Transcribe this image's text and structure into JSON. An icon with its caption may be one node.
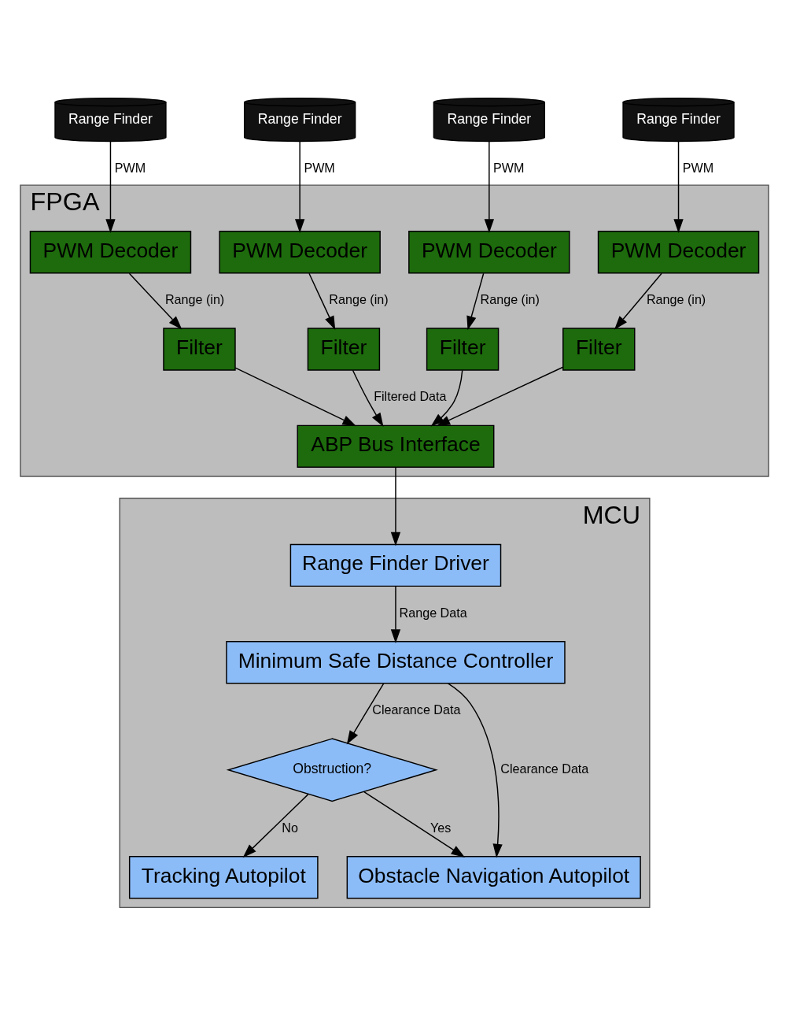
{
  "diagram": {
    "nodes": [
      {
        "text": [
          "Range Finder"
        ]
      },
      {
        "text": [
          "Range Finder"
        ]
      },
      {
        "text": [
          "Range Finder"
        ]
      },
      {
        "text": [
          "Range Finder"
        ]
      },
      {
        "text": [
          "FPGA"
        ]
      },
      {
        "text": [
          "PWM Decoder"
        ],
        "in": 4
      },
      {
        "text": [
          "PWM Decoder"
        ],
        "in": 4
      },
      {
        "text": [
          "PWM Decoder"
        ],
        "in": 4
      },
      {
        "text": [
          "PWM Decoder"
        ],
        "in": 4
      },
      {
        "text": [
          "Filter"
        ],
        "in": 4
      },
      {
        "text": [
          "Filter"
        ],
        "in": 4
      },
      {
        "text": [
          "Filter"
        ],
        "in": 4
      },
      {
        "text": [
          "Filter"
        ],
        "in": 4
      },
      {
        "text": [
          "ABP Bus Interface"
        ],
        "in": 4
      },
      {
        "text": [
          "MCU"
        ]
      },
      {
        "text": [
          "Range Finder Driver"
        ],
        "in": 14
      },
      {
        "text": [
          "Minimum Safe Distance Controller"
        ],
        "in": 14
      },
      {
        "text": [
          "Obstruction?"
        ],
        "in": 14
      },
      {
        "text": [
          "Tracking Autopilot"
        ],
        "in": 14
      },
      {
        "text": [
          "Obstacle Navigation Autopilot"
        ],
        "in": 14
      }
    ],
    "edges": [
      {
        "from": 0,
        "to": 5,
        "arrow": "to",
        "label": "PWM"
      },
      {
        "from": 1,
        "to": 6,
        "arrow": "to",
        "label": "PWM"
      },
      {
        "from": 2,
        "to": 7,
        "arrow": "to",
        "label": "PWM"
      },
      {
        "from": 3,
        "to": 8,
        "arrow": "to",
        "label": "PWM"
      },
      {
        "from": 5,
        "to": 9,
        "arrow": "to",
        "label": "Range (in)"
      },
      {
        "from": 6,
        "to": 10,
        "arrow": "to",
        "label": "Range (in)"
      },
      {
        "from": 7,
        "to": 11,
        "arrow": "to",
        "label": "Range (in)"
      },
      {
        "from": 8,
        "to": 12,
        "arrow": "to",
        "label": "Range (in)"
      },
      {
        "from": 9,
        "to": 13,
        "arrow": "to"
      },
      {
        "from": 10,
        "to": 13,
        "arrow": "to",
        "label": "Filtered Data"
      },
      {
        "from": 11,
        "to": 13,
        "arrow": "to"
      },
      {
        "from": 12,
        "to": 13,
        "arrow": "to"
      },
      {
        "from": 13,
        "to": 15,
        "arrow": "to"
      },
      {
        "from": 15,
        "to": 16,
        "arrow": "to",
        "label": "Range Data"
      },
      {
        "from": 16,
        "to": 17,
        "arrow": "to",
        "label": "Clearance Data"
      },
      {
        "from": 17,
        "to": 18,
        "arrow": "to",
        "label": "No"
      },
      {
        "from": 17,
        "to": 19,
        "arrow": "to",
        "label": "Yes"
      },
      {
        "from": 16,
        "to": 19,
        "arrow": "to",
        "label": "Clearance Data"
      }
    ]
  }
}
